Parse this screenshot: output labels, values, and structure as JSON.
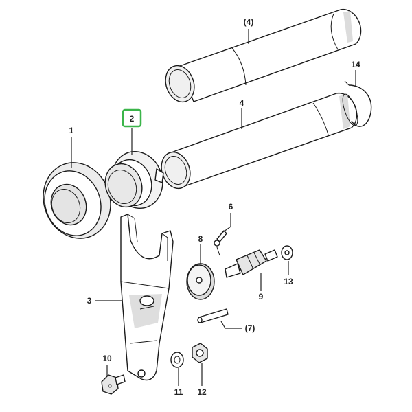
{
  "callouts": {
    "c1": "1",
    "c2": "2",
    "c3": "3",
    "c4": "4",
    "c4_paren": "(4)",
    "c6": "6",
    "c7_paren": "(7)",
    "c8": "8",
    "c9": "9",
    "c10": "10",
    "c11": "11",
    "c12": "12",
    "c13": "13",
    "c14": "14"
  },
  "colors": {
    "highlight": "#3bb54a",
    "outline": "#1a1a1a",
    "shade": "#e6e6e6",
    "fill": "#ffffff"
  }
}
